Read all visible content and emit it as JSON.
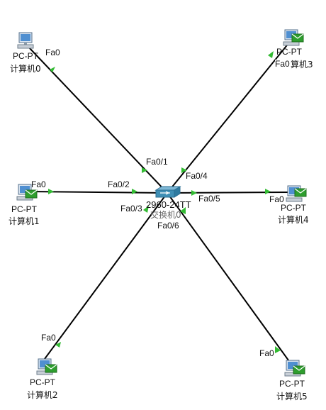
{
  "devices": {
    "pc0": {
      "type_label": "PC-PT",
      "name": "计算机0",
      "port": "Fa0",
      "mail": false
    },
    "pc1": {
      "type_label": "PC-PT",
      "name": "计算机1",
      "port": "Fa0",
      "mail": true
    },
    "pc2": {
      "type_label": "PC-PT",
      "name": "计算机2",
      "port": "Fa0",
      "mail": true
    },
    "pc3": {
      "type_label": "PC-PT",
      "name": "计算机3",
      "port": "Fa0",
      "mail": true
    },
    "pc4": {
      "type_label": "PC-PT",
      "name": "计算机4",
      "port": "Fa0",
      "mail": true
    },
    "pc5": {
      "type_label": "PC-PT",
      "name": "计算机5",
      "port": "Fa0",
      "mail": true
    },
    "switch": {
      "model": "2960-24TT",
      "name": "交换机0"
    }
  },
  "switch_ports": {
    "p1": "Fa0/1",
    "p2": "Fa0/2",
    "p3": "Fa0/3",
    "p4": "Fa0/4",
    "p5": "Fa0/5",
    "p6": "Fa0/6"
  },
  "colors": {
    "link": "#000000",
    "link_up": "#33bb33",
    "switch_body": "#3f8fb5",
    "mail": "#2e9e2e"
  }
}
